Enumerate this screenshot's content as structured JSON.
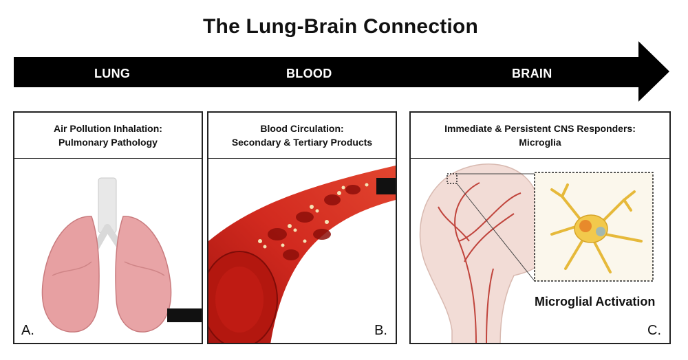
{
  "title": "The Lung-Brain Connection",
  "stages": [
    "LUNG",
    "BLOOD",
    "BRAIN"
  ],
  "panels": [
    {
      "line1": "Air Pollution Inhalation:",
      "line2": "Pulmonary Pathology",
      "letter": "A."
    },
    {
      "line1": "Blood Circulation:",
      "line2": "Secondary & Tertiary Products",
      "letter": "B."
    },
    {
      "line1": "Immediate & Persistent CNS Responders:",
      "line2": "Microglia",
      "letter": "C."
    }
  ],
  "inset_caption": "Microglial Activation",
  "colors": {
    "arrow": "#000000",
    "lung": "#e7a0a2",
    "blood": "#c8231c",
    "head": "#f2dcd6",
    "microglia": "#f2c94c"
  }
}
